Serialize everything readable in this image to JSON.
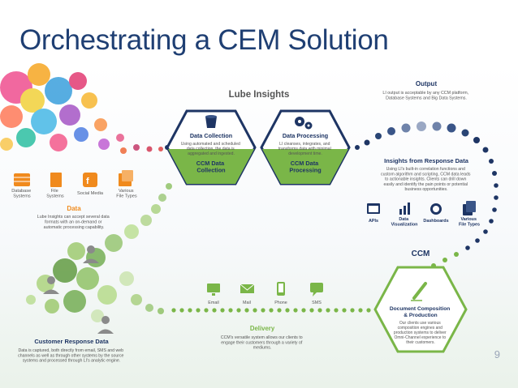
{
  "slide": {
    "title": "Orchestrating a CEM Solution",
    "page_number": "9"
  },
  "lube_insights": {
    "heading": "Lube Insights"
  },
  "data_sources": {
    "items": [
      {
        "label_lines": [
          "Database",
          "Systems"
        ],
        "icon": "database-icon"
      },
      {
        "label_lines": [
          "File",
          "Systems"
        ],
        "icon": "file-icon"
      },
      {
        "label_lines": [
          "Social Media"
        ],
        "icon": "social-media-icon"
      },
      {
        "label_lines": [
          "Various",
          "File Types"
        ],
        "icon": "file-types-icon"
      }
    ],
    "heading": "Data",
    "desc_lines": [
      "Lube Insights can accept several data",
      "formats with an on-demand or",
      "automatic processing capability."
    ]
  },
  "data_collection": {
    "heading": "Data Collection",
    "desc_lines": [
      "Using automated and scheduled",
      "data collection, the data is",
      "aggregated and ingested."
    ],
    "label_lines": [
      "CCM Data",
      "Collection"
    ],
    "icon": "bucket-icon"
  },
  "data_processing": {
    "heading": "Data Processing",
    "desc_lines": [
      "LI cleanses, integrates, and",
      "transforms data with minimal",
      "development time."
    ],
    "label_lines": [
      "CCM Data",
      "Processing"
    ],
    "icon": "gears-icon"
  },
  "output": {
    "heading": "Output",
    "desc_lines": [
      "LI output is acceptable by any CCM platform,",
      "Database Systems and Big Data Systems."
    ]
  },
  "insights": {
    "heading": "Insights from Response Data",
    "desc_lines": [
      "Using LI's built-in correlation functions and",
      "custom algorithm and scripting, CCM data leads",
      "to actionable insights. Clients can drill down",
      "easily and identify the pain points or potential",
      "business opportunities."
    ],
    "items": [
      {
        "label_lines": [
          "APIs"
        ],
        "icon": "api-icon"
      },
      {
        "label_lines": [
          "Data",
          "Visualization"
        ],
        "icon": "bar-chart-icon"
      },
      {
        "label_lines": [
          "Dashboards"
        ],
        "icon": "dashboard-icon"
      },
      {
        "label_lines": [
          "Various",
          "File Types"
        ],
        "icon": "file-types-icon"
      }
    ]
  },
  "ccm": {
    "heading": "CCM",
    "label_lines": [
      "Document Composition",
      "& Production"
    ],
    "desc_lines": [
      "Our clients use various",
      "composition engines and",
      "production systems to deliver",
      "Omni-Channel experience to",
      "their customers."
    ],
    "icon": "pen-icon"
  },
  "delivery": {
    "channels": [
      {
        "label": "Email",
        "icon": "monitor-icon"
      },
      {
        "label": "Mail",
        "icon": "envelope-icon"
      },
      {
        "label": "Phone",
        "icon": "phone-icon"
      },
      {
        "label": "SMS",
        "icon": "sms-icon"
      }
    ],
    "heading": "Delivery",
    "desc_lines": [
      "CCM's versatile system allows our clients to",
      "engage their customers through a variety of",
      "mediums."
    ]
  },
  "customer_response": {
    "heading": "Customer Response Data",
    "desc_lines": [
      "Data is captured, both directly from email, SMS and web",
      "channels as well as through other systems by the source",
      "systems and processed through LI's analytic engine."
    ]
  },
  "colors": {
    "title": "#1f3f73",
    "navy": "#1e3564",
    "green": "#7ab648",
    "orange": "#f08a1d",
    "grey_text": "#555555"
  }
}
